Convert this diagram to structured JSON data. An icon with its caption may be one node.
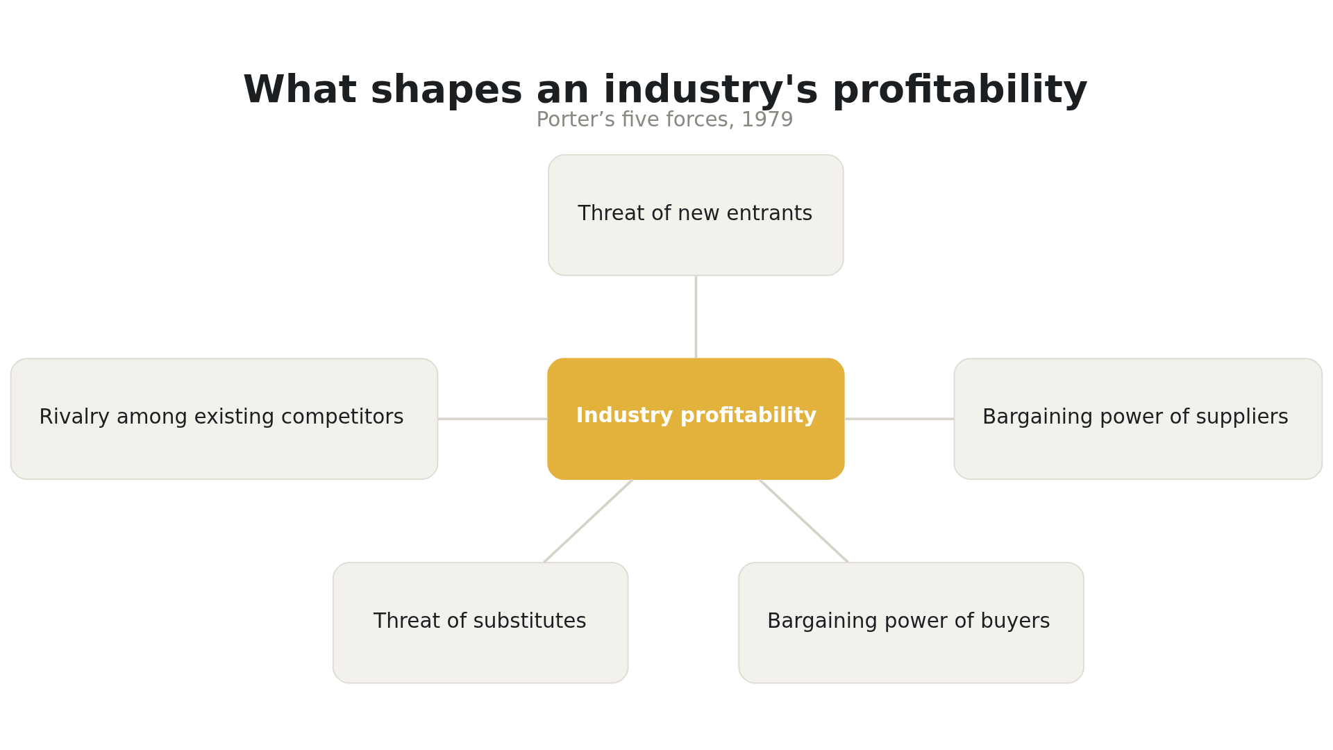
{
  "diagram": {
    "title": "What shapes an industry's profitability",
    "caption": "Porter’s five forces, 1979",
    "nodes": [
      {
        "text": [
          "Threat of new entrants"
        ]
      },
      {
        "text": [
          "Rivalry among existing competitors"
        ]
      },
      {
        "text": [
          "Industry profitability"
        ]
      },
      {
        "text": [
          "Bargaining power of suppliers"
        ]
      },
      {
        "text": [
          "Threat of substitutes"
        ]
      },
      {
        "text": [
          "Bargaining power of buyers"
        ]
      }
    ],
    "edges": [
      {
        "from": 0,
        "to": 2,
        "arrow": "none"
      },
      {
        "from": 1,
        "to": 2,
        "arrow": "none"
      },
      {
        "from": 2,
        "to": 3,
        "arrow": "none"
      },
      {
        "from": 2,
        "to": 4,
        "arrow": "none"
      },
      {
        "from": 2,
        "to": 5,
        "arrow": "none"
      }
    ]
  }
}
